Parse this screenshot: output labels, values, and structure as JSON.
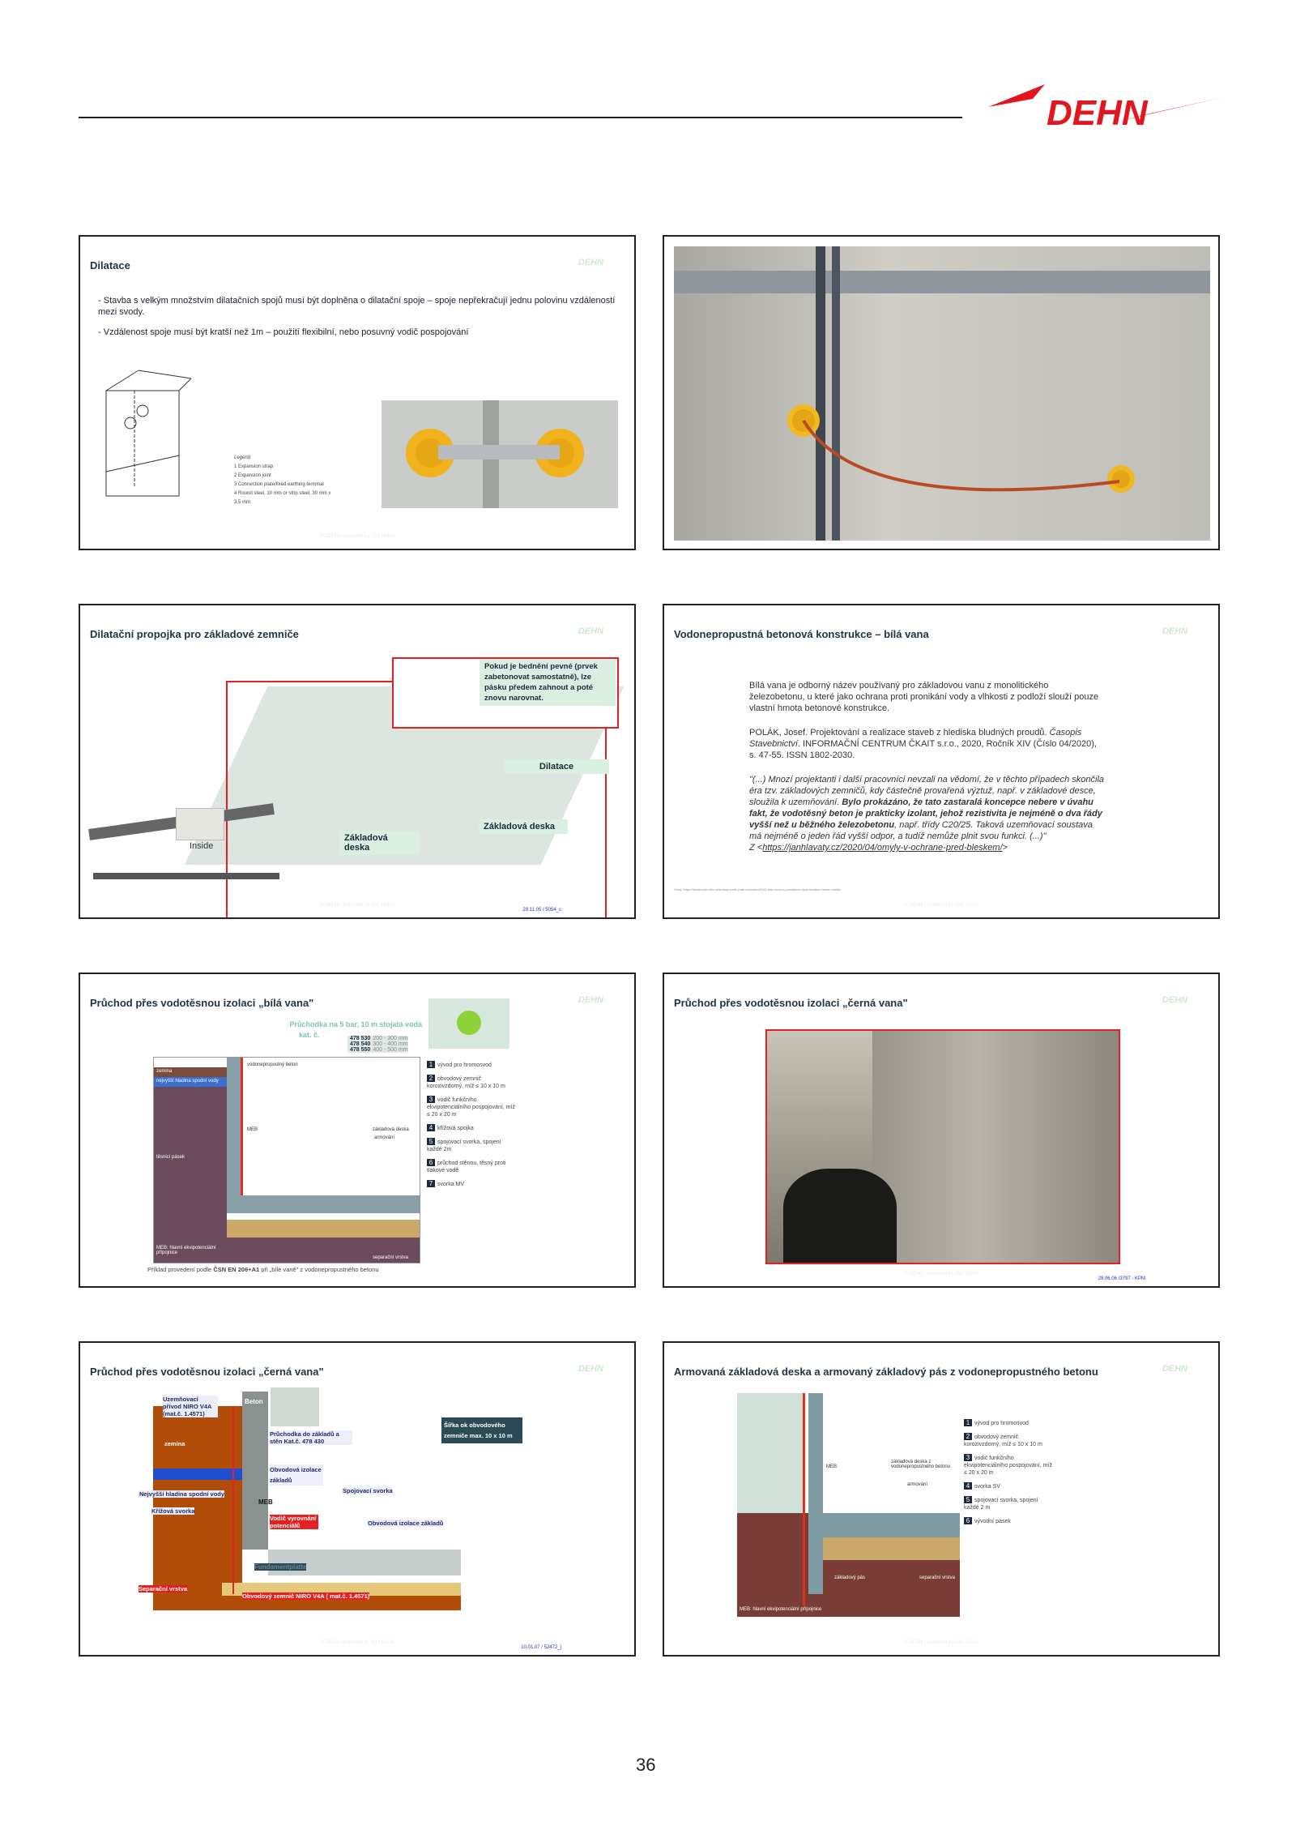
{
  "header": {
    "logo": "DEHN",
    "page_number": "36"
  },
  "footer_watermark": "© DEHN / protected by ISO 16016",
  "slides": [
    {
      "title": "Dilatace",
      "bullets": [
        "Stavba s velkým množstvím dilatačních spojů musí být doplněna o dilatační spoje – spoje nepřekračují jednu polovinu vzdáleností mezi svody.",
        "Vzdálenost spoje musí být kratší než 1m – použití flexibilní, nebo posuvný vodič pospojování"
      ],
      "legend_title": "Legend",
      "legend": [
        "1  Expansion strap",
        "2  Expansion joint",
        "3  Connection plate/fixed earthing terminal",
        "4  Round steel, 10 mm or strip steel, 30 mm x 3.5 mm"
      ]
    },
    {
      "title": ""
    },
    {
      "title": "Dilatační propojka pro základové zemniče",
      "note": "Pokud je bednění pevné (prvek zabetonovat samostatně), lze pásku předem zahnout a poté znovu narovnat.",
      "labels": {
        "dilatace": "Dilatace",
        "deska1": "Základová deska",
        "deska2": "Základová deska",
        "inside": "Inside"
      },
      "date": "29.11.05 / 5054_c"
    },
    {
      "title": "Vodonepropustná betonová konstrukce – bílá vana",
      "p1": "Bílá vana je odborný název používaný pro základovou vanu z monolitického železobetonu, u které jako ochrana proti pronikání vody a vlhkosti z podloží slouží pouze vlastní hmota betonové konstrukce.",
      "p2a": "POLÁK, Josef. Projektování a realizace staveb z hlediska bludných proudů. ",
      "p2b": "Časopis Stavebnictví",
      "p2c": ". INFORMAČNÍ CENTRUM ČKAIT s.r.o., 2020, Ročník XIV (Číslo 04/2020), s. 47-55. ISSN 1802-2030.",
      "q1": "\"(...) Mnozí projektanti i další pracovníci nevzali na vědomí, že v těchto případech skončila éra tzv. základových zemničů, kdy částečně provařená výztuž, např. v základové desce, sloužila k uzemňování. ",
      "q2": "Bylo prokázáno, že tato zastaralá koncepce nebere v úvahu fakt, že vodotěsný beton je prakticky izolant, jehož rezistivita je nejméně o dva řády vyšší než u běžného železobetonu",
      "q3": ", např. třídy C20/25. Taková uzemňovací soustava má nejméně o jeden řád vyšší odpor, a tudíž nemůže plnit svou funkci. (...)\"",
      "z": "Z <",
      "link": "https://janhlavaty.cz/2020/04/omyly-v-ochrane-pred-bleskem/",
      "zend": ">",
      "source": "Zdroj: https://stavba.tzb-info.cz/izolace-proti-vode-a-radonu/9413-bile-vany-vs-povlakove-hydroizolace-vecne-rivalita"
    },
    {
      "title": "Průchod přes vodotěsnou izolaci „bílá vana\"",
      "product": "Průchodka na 5 bar, 10 m stojatá voda",
      "kat": "kat. č.",
      "catalog": [
        [
          "478 530",
          "200 - 300 mm"
        ],
        [
          "478 540",
          "300 - 400 mm"
        ],
        [
          "478 550",
          "400 - 500 mm"
        ]
      ],
      "diagram": {
        "zemina": "zemina",
        "hladina": "nejvyšší hladina spodní vody",
        "beton": "vodonepropustný beton",
        "meb": "MEB",
        "deska": "základová deska",
        "armovani": "armování",
        "pasek": "těsnicí pásek",
        "meb_full": "MEB: hlavní ekvipotenciální přípojnice",
        "separacni": "separační vrstva"
      },
      "legend": [
        {
          "n": "1",
          "t": "vývod pro hromosvod"
        },
        {
          "n": "2",
          "t": "obvodový zemnič korozivzdorný, míž ≤ 10 x 10 m"
        },
        {
          "n": "3",
          "t": "vodič funkčního ekvipotenciálního pospojování, míž ≤ 20 x 20 m"
        },
        {
          "n": "4",
          "t": "křížová spojka"
        },
        {
          "n": "5",
          "t": "spojovací svorka, spojení každé 2m"
        },
        {
          "n": "6",
          "t": "průchod stěnou, těsný proti tlakové vodě"
        },
        {
          "n": "7",
          "t": "svorka MV"
        }
      ],
      "caption_a": "Příklad provedení podle ",
      "caption_b": "ČSN EN 206+A1",
      "caption_c": "  při „bílé vaně\" z vodonepropustného betonu"
    },
    {
      "title": "Průchod přes vodotěsnou izolaci „černá vana\"",
      "date": "28.06.06 /3797 - KPM"
    },
    {
      "title": "Průchod přes vodotěsnou izolaci „černá vana\"",
      "labels": {
        "privod": "Uzemňovací přívod NIRO V4A (mat.č. 1.4571)",
        "zemina": "zemina",
        "beton": "Beton",
        "pruchodka": "Průchodka do základů a stěn Kat.č. 478 430",
        "sirka": "Šířka ok obvodového zemniče max. 10 x 10 m",
        "izolace1": "Obvodová izolace základů",
        "hladina": "Nejvyšší hladina spodní vody",
        "spojovaci": "Spojovací svorka",
        "meb": "MEB",
        "krizova": "Křížová svorka",
        "vodic": "Vodič vyrovnání potenciálů",
        "izolace2": "Obvodová izolace základů",
        "fundament": "Fundamentplatte",
        "separacni": "Separační vrstva",
        "zemnic": "Obvodový zemnič NIRO V4A ( mat.č. 1.4571)"
      },
      "date": "10.01.07 / 52472_j"
    },
    {
      "title": "Armovaná základová deska a armovaný základový pás z vodonepropustného betonu",
      "diagram": {
        "meb": "MEB",
        "deska": "základová deska z vodonepropustného betonu",
        "armovani": "armování",
        "pas": "základový pás",
        "separacni": "separační vrstva",
        "meb_full": "MEB: hlavní ekvipotenciální přípojnice"
      },
      "legend": [
        {
          "n": "1",
          "t": "vývod pro hromosvod"
        },
        {
          "n": "2",
          "t": "obvodový zemnič korozivzdorný, míž ≤ 10 x 10 m"
        },
        {
          "n": "3",
          "t": "vodič funkčního ekvipotenciálního pospojování, míž ≤ 20 x 20 m"
        },
        {
          "n": "4",
          "t": "svorka SV"
        },
        {
          "n": "5",
          "t": "spojovací svorka, spojení každé 2 m"
        },
        {
          "n": "6",
          "t": "vývodní pásek"
        }
      ]
    }
  ]
}
